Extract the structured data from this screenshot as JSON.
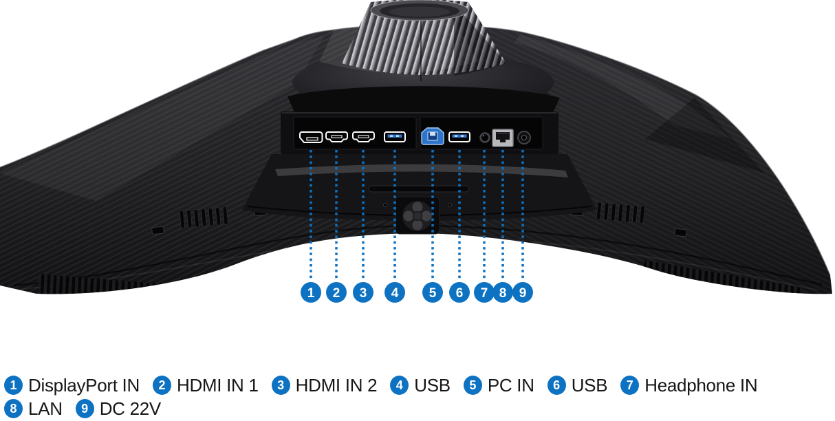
{
  "figure": {
    "kind": "monitor-rear-port-diagram",
    "subject": "curved gaming monitor rear view with stand mount collar, port panel, vents and jog control"
  },
  "colors": {
    "accent_blue": "#0d72c2",
    "monitor_body": "#232326",
    "port_recess": "#050506",
    "lan_silver": "#b7b8bc",
    "usb_blue": "#2d79d2",
    "background": "#ffffff",
    "legend_text": "#161616"
  },
  "callouts": {
    "numbers": [
      "1",
      "2",
      "3",
      "4",
      "5",
      "6",
      "7",
      "8",
      "9"
    ]
  },
  "port_icons": [
    "displayport-port-icon",
    "hdmi1-port-icon",
    "hdmi2-port-icon",
    "usb-a-port-icon",
    "usb-b-pc-in-port-icon",
    "usb-a-port-icon",
    "headphone-jack-icon",
    "lan-rj45-port-icon",
    "dc-power-jack-icon"
  ],
  "legend": {
    "row1": [
      {
        "number": "1",
        "label": "DisplayPort IN"
      },
      {
        "number": "2",
        "label": "HDMI IN 1"
      },
      {
        "number": "3",
        "label": "HDMI IN 2"
      },
      {
        "number": "4",
        "label": "USB"
      },
      {
        "number": "5",
        "label": "PC IN"
      },
      {
        "number": "6",
        "label": "USB"
      },
      {
        "number": "7",
        "label": "Headphone IN"
      }
    ],
    "row2": [
      {
        "number": "8",
        "label": "LAN"
      },
      {
        "number": "9",
        "label": "DC 22V"
      }
    ]
  }
}
